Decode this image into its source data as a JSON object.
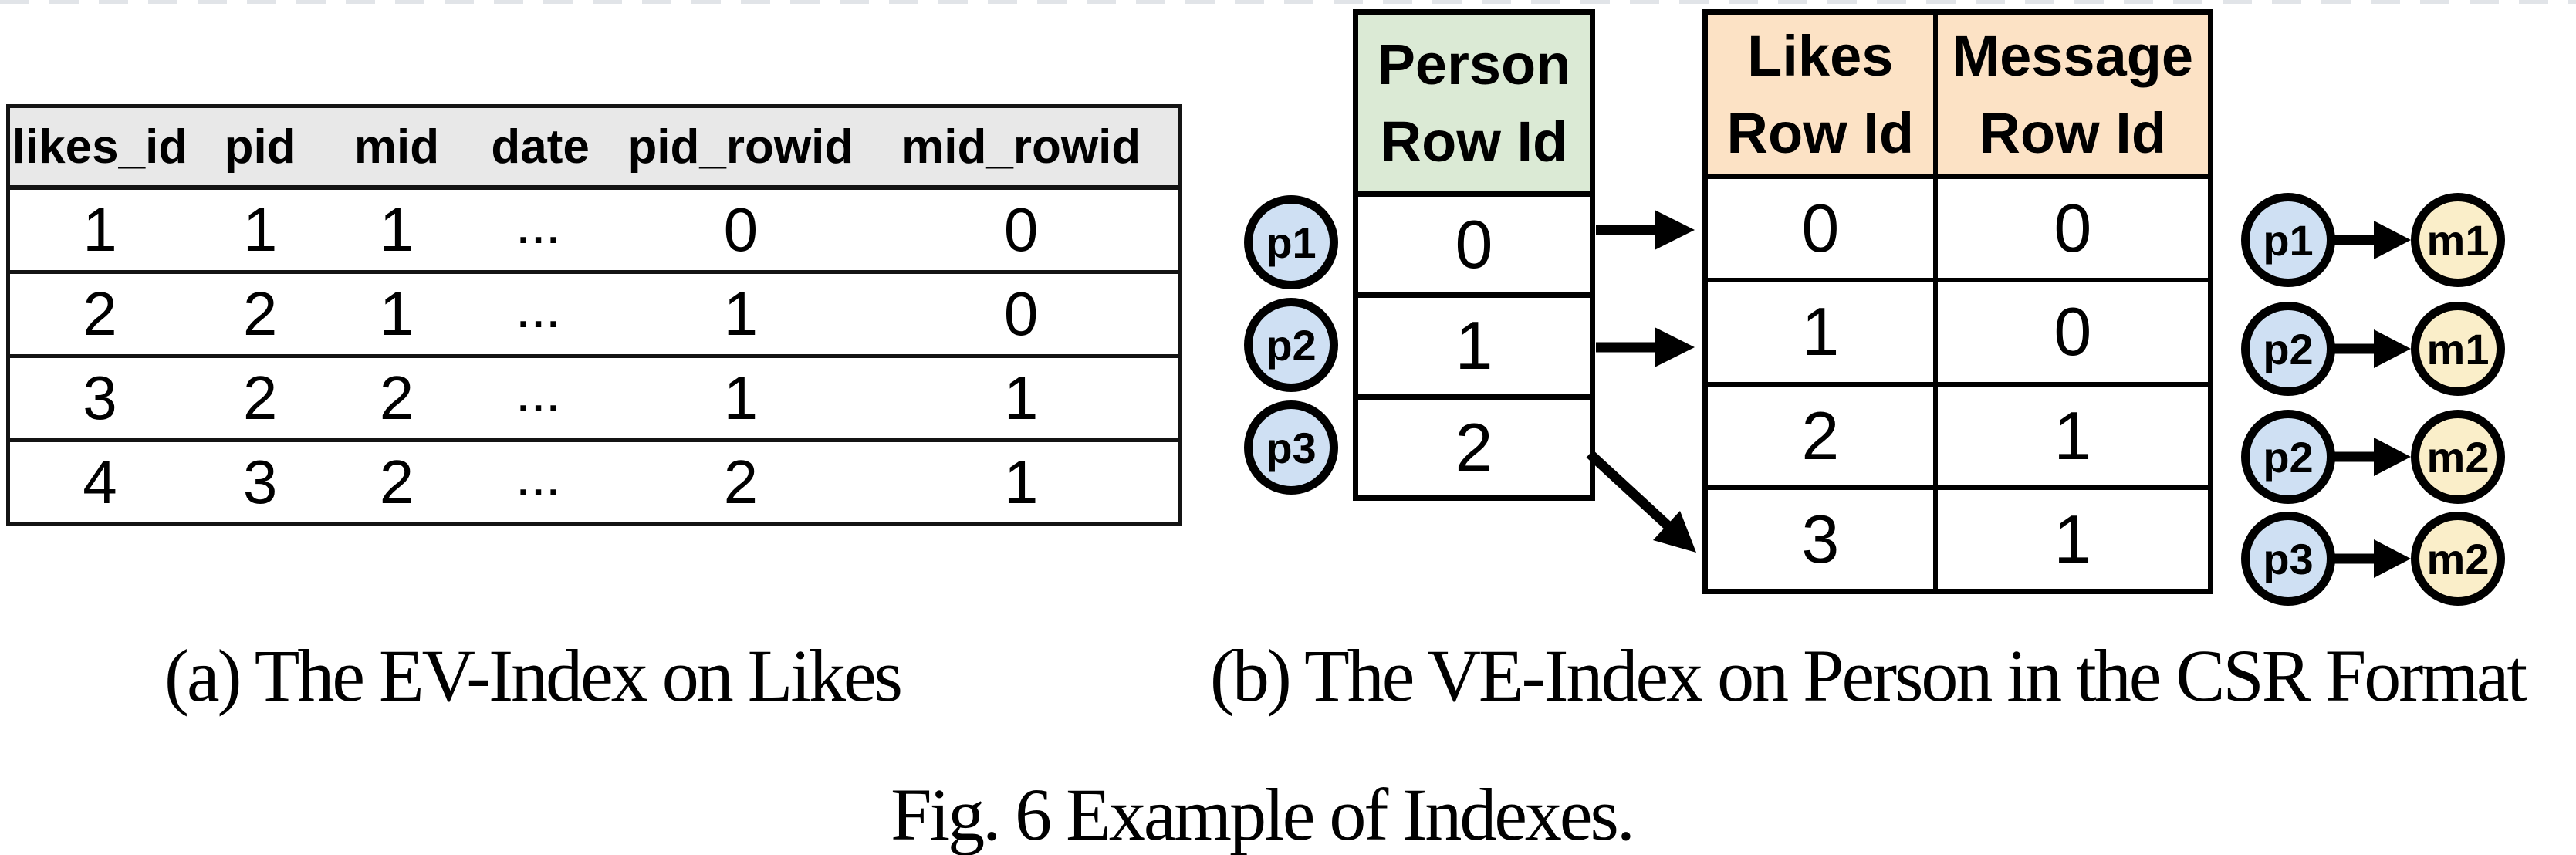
{
  "colors": {
    "gray_header": "#e8e8e8",
    "green_header": "#dbead5",
    "orange_header": "#fce2c5",
    "blue_node": "#cfe0f3",
    "yellow_node": "#faeec9"
  },
  "captions": {
    "a": "(a) The EV-Index on Likes",
    "b": "(b) The VE-Index on Person in the CSR Format",
    "fig": "Fig. 6 Example of Indexes."
  },
  "ev_table": {
    "headers": [
      "likes_id",
      "pid",
      "mid",
      "date",
      "pid_rowid",
      "mid_rowid"
    ],
    "rows": [
      [
        "1",
        "1",
        "1",
        "...",
        "0",
        "0"
      ],
      [
        "2",
        "2",
        "1",
        "...",
        "1",
        "0"
      ],
      [
        "3",
        "2",
        "2",
        "...",
        "1",
        "1"
      ],
      [
        "4",
        "3",
        "2",
        "...",
        "2",
        "1"
      ]
    ]
  },
  "person_table": {
    "header": [
      "Person",
      "Row Id"
    ],
    "rows": [
      "0",
      "1",
      "2"
    ]
  },
  "likes_message_table": {
    "headers": [
      [
        "Likes",
        "Row Id"
      ],
      [
        "Message",
        "Row Id"
      ]
    ],
    "rows": [
      [
        "0",
        "0"
      ],
      [
        "1",
        "0"
      ],
      [
        "2",
        "1"
      ],
      [
        "3",
        "1"
      ]
    ]
  },
  "person_nodes": [
    "p1",
    "p2",
    "p3"
  ],
  "edge_pairs": [
    {
      "source": "p1",
      "target": "m1"
    },
    {
      "source": "p2",
      "target": "m1"
    },
    {
      "source": "p2",
      "target": "m2"
    },
    {
      "source": "p3",
      "target": "m2"
    }
  ],
  "csr_arrows": [
    {
      "from_person_row": "0",
      "to_likes_row": "0"
    },
    {
      "from_person_row": "1",
      "to_likes_row": "1"
    },
    {
      "from_person_row": "2",
      "to_likes_row": "3"
    }
  ]
}
